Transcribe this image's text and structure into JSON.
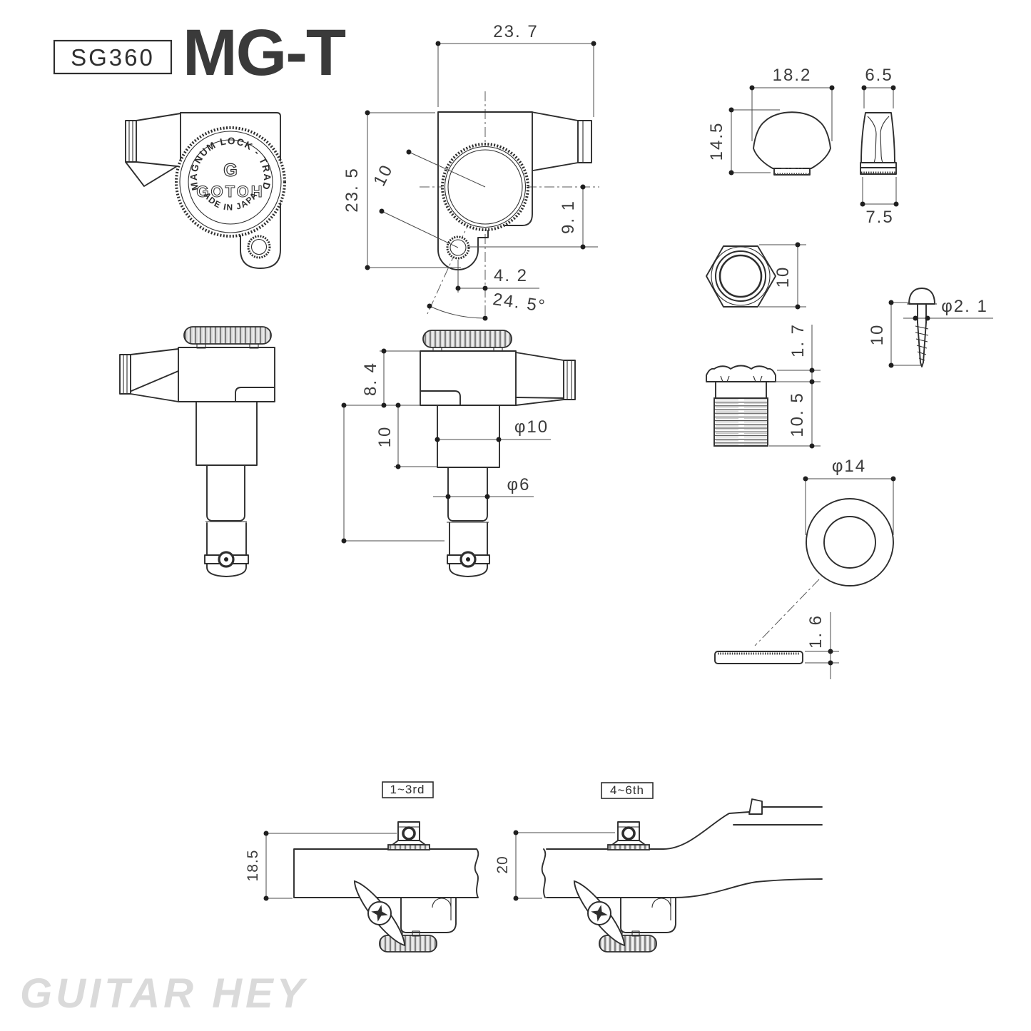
{
  "header": {
    "model_badge": "SG360",
    "series_logo": "MG-T"
  },
  "front_view": {
    "cap_arc_top": "MAGNUM LOCK - TRAD",
    "cap_mark": "G",
    "cap_brand": "GOTOH",
    "cap_arc_bottom": "MADE IN JAPAN"
  },
  "rear_view": {
    "width": "23. 7",
    "height": "23. 5",
    "diag_offset": "10",
    "vert_offset": "9. 1",
    "horiz_offset": "4. 2",
    "angle": "24. 5°"
  },
  "button": {
    "front_width": "18.2",
    "front_height": "14.5",
    "side_top": "6.5",
    "side_bottom": "7.5"
  },
  "hex_nut": {
    "across_flats": "10"
  },
  "screw": {
    "diameter": "φ2. 1",
    "length": "10"
  },
  "bushing": {
    "head_height": "1. 7",
    "thread_length": "10. 5"
  },
  "washer": {
    "outer_diameter": "φ14",
    "thickness": "1. 6"
  },
  "side_view": {
    "body_height": "8. 4",
    "post_height": "10",
    "post_diameter": "φ10",
    "shaft_diameter": "φ6"
  },
  "installation": {
    "group_a_label": "1~3rd",
    "group_a_thickness": "18.5",
    "group_b_label": "4~6th",
    "group_b_thickness": "20"
  },
  "watermark": "GUITAR HEY",
  "colors": {
    "line": "#2e2e2e",
    "dimension": "#4a4a4a",
    "watermark": "#dadada",
    "background": "#ffffff"
  }
}
